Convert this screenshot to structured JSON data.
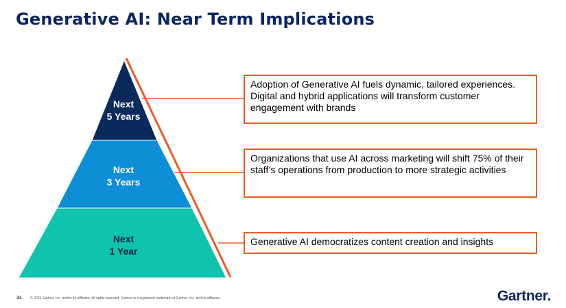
{
  "title": "Generative AI: Near Term Implications",
  "tiers": [
    {
      "line1": "Next",
      "line2": "5 Years",
      "color": "#0b2a5c",
      "text_color": "#ffffff"
    },
    {
      "line1": "Next",
      "line2": "3 Years",
      "color": "#0d8ed6",
      "text_color": "#ffffff"
    },
    {
      "line1": "Next",
      "line2": "1 Year",
      "color": "#0fc3ad",
      "text_color": "#0a1e3c"
    }
  ],
  "boxes": [
    "Adoption of Generative AI fuels dynamic, tailored experiences. Digital and hybrid applications will transform customer engagement with brands",
    "Organizations that use AI across marketing will shift 75% of their staff’s operations from production to more strategic activities",
    "Generative AI democratizes content creation and insights"
  ],
  "accent_color": "#ee5a1f",
  "footer": {
    "page_number": "31",
    "copyright": "© 2023 Gartner, Inc. and/or its affiliates. All rights reserved. Gartner is a registered trademark of Gartner, Inc. and its affiliates."
  },
  "logo": {
    "text": "Gartner",
    "dot": "."
  }
}
